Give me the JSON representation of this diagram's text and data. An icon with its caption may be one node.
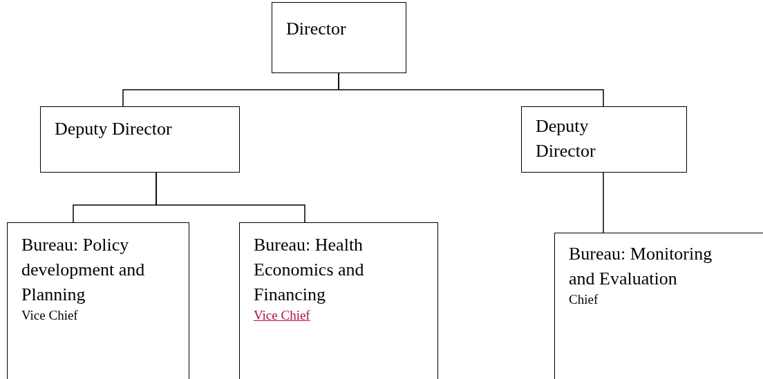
{
  "diagram": {
    "nodes": [
      {
        "text": [
          "Director"
        ]
      },
      {
        "text": [
          "Deputy Director"
        ]
      },
      {
        "text": [
          "Deputy Director"
        ]
      },
      {
        "text": [
          "Bureau: Policy development and Planning",
          "Vice Chief"
        ]
      },
      {
        "text": [
          "Bureau: Health Economics and Financing",
          "Vice Chief"
        ]
      },
      {
        "text": [
          "Bureau: Monitoring and Evaluation",
          "Chief"
        ]
      }
    ],
    "edges": [
      {
        "from": 0,
        "to": 1,
        "arrow": "none"
      },
      {
        "from": 0,
        "to": 2,
        "arrow": "none"
      },
      {
        "from": 1,
        "to": 3,
        "arrow": "none"
      },
      {
        "from": 1,
        "to": 4,
        "arrow": "none"
      },
      {
        "from": 2,
        "to": 5,
        "arrow": "none"
      }
    ]
  }
}
